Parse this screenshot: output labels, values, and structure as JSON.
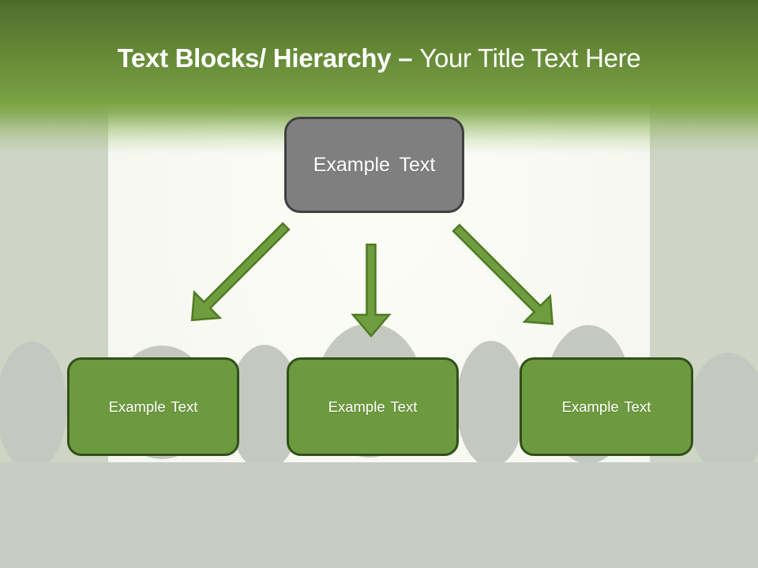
{
  "header": {
    "title_bold": "Text Blocks/ Hierarchy –",
    "title_regular": "Your Title Text Here"
  },
  "diagram": {
    "root": {
      "label": "Example Text"
    },
    "children": [
      {
        "label": "Example Text"
      },
      {
        "label": "Example Text"
      },
      {
        "label": "Example Text"
      }
    ]
  },
  "colors": {
    "header_gradient_top": "#4c6827",
    "header_gradient_bottom": "#7aa343",
    "title_text": "#ffffff",
    "root_fill": "#7f7f7f",
    "root_border": "#404040",
    "child_fill": "#6d9a3e",
    "child_border": "#31501a",
    "arrow_fill": "#6f9c3e",
    "arrow_outline": "#4e7a24",
    "screen_background": "#f8faf2",
    "side_background": "#cfd5c5",
    "audience_silhouette": "#c5c8c0",
    "audience_floor": "#c9ccc5"
  }
}
